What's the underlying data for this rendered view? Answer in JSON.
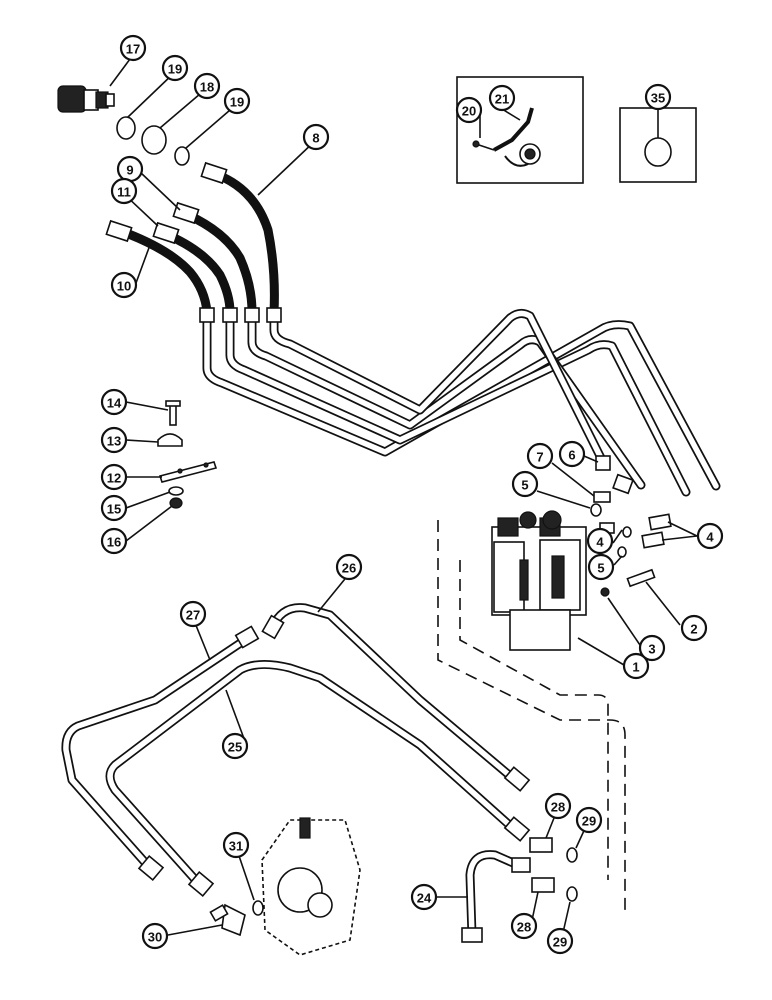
{
  "callouts": [
    {
      "id": "c17",
      "label": "17"
    },
    {
      "id": "c19a",
      "label": "19"
    },
    {
      "id": "c18",
      "label": "18"
    },
    {
      "id": "c19b",
      "label": "19"
    },
    {
      "id": "c9",
      "label": "9"
    },
    {
      "id": "c8",
      "label": "8"
    },
    {
      "id": "c11",
      "label": "11"
    },
    {
      "id": "c10",
      "label": "10"
    },
    {
      "id": "c20",
      "label": "20"
    },
    {
      "id": "c21",
      "label": "21"
    },
    {
      "id": "c35",
      "label": "35"
    },
    {
      "id": "c14",
      "label": "14"
    },
    {
      "id": "c13",
      "label": "13"
    },
    {
      "id": "c12",
      "label": "12"
    },
    {
      "id": "c15",
      "label": "15"
    },
    {
      "id": "c16",
      "label": "16"
    },
    {
      "id": "c7",
      "label": "7"
    },
    {
      "id": "c6",
      "label": "6"
    },
    {
      "id": "c5a",
      "label": "5"
    },
    {
      "id": "c4a",
      "label": "4"
    },
    {
      "id": "c4b",
      "label": "4"
    },
    {
      "id": "c5b",
      "label": "5"
    },
    {
      "id": "c2",
      "label": "2"
    },
    {
      "id": "c3",
      "label": "3"
    },
    {
      "id": "c1",
      "label": "1"
    },
    {
      "id": "c26",
      "label": "26"
    },
    {
      "id": "c27",
      "label": "27"
    },
    {
      "id": "c25",
      "label": "25"
    },
    {
      "id": "c28a",
      "label": "28"
    },
    {
      "id": "c29a",
      "label": "29"
    },
    {
      "id": "c31",
      "label": "31"
    },
    {
      "id": "c24",
      "label": "24"
    },
    {
      "id": "c28b",
      "label": "28"
    },
    {
      "id": "c29b",
      "label": "29"
    },
    {
      "id": "c30",
      "label": "30"
    }
  ]
}
